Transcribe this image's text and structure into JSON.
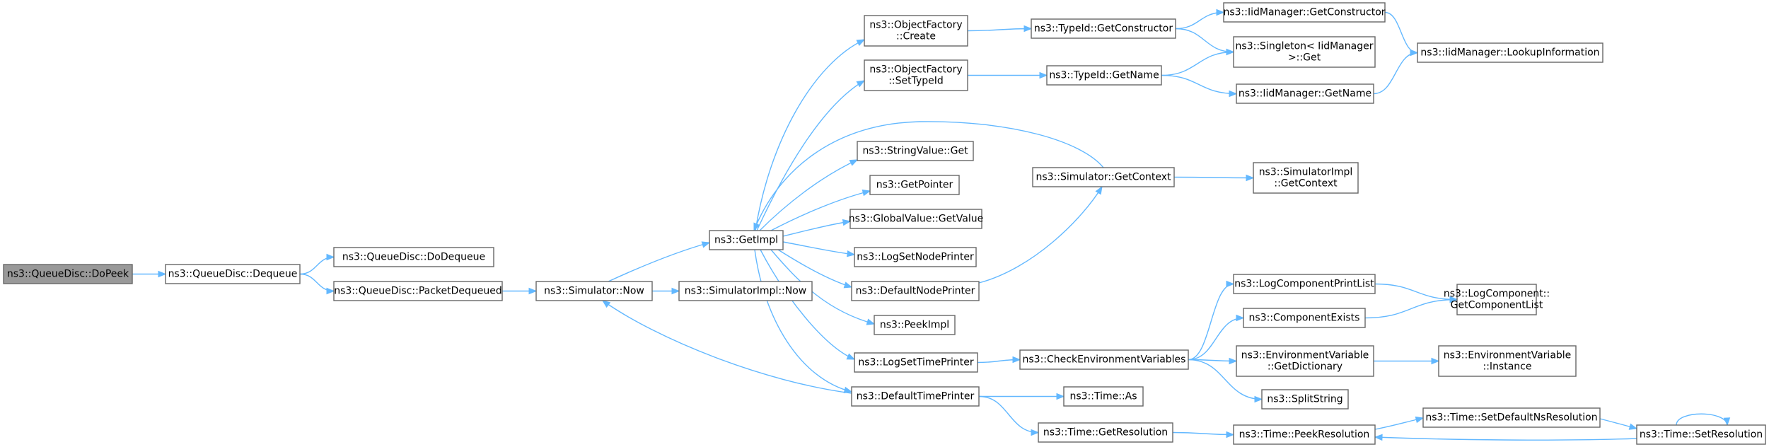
{
  "diagram": {
    "colors": {
      "node_fill": "#ffffff",
      "root_fill": "#999999",
      "border": "#666666",
      "edge": "#63b8ff"
    },
    "nodes": [
      {
        "id": "dopeek",
        "lines": [
          "ns3::QueueDisc::DoPeek"
        ],
        "root": true
      },
      {
        "id": "dequeue",
        "lines": [
          "ns3::QueueDisc::Dequeue"
        ]
      },
      {
        "id": "dodequeue",
        "lines": [
          "ns3::QueueDisc::DoDequeue"
        ]
      },
      {
        "id": "packetdequeued",
        "lines": [
          "ns3::QueueDisc::PacketDequeued"
        ]
      },
      {
        "id": "sim_now",
        "lines": [
          "ns3::Simulator::Now"
        ]
      },
      {
        "id": "simimpl_now",
        "lines": [
          "ns3::SimulatorImpl::Now"
        ]
      },
      {
        "id": "getimpl",
        "lines": [
          "ns3::GetImpl"
        ]
      },
      {
        "id": "of_create",
        "lines": [
          "ns3::ObjectFactory",
          "::Create"
        ]
      },
      {
        "id": "of_settypeid",
        "lines": [
          "ns3::ObjectFactory",
          "::SetTypeId"
        ]
      },
      {
        "id": "stringvalue_get",
        "lines": [
          "ns3::StringValue::Get"
        ]
      },
      {
        "id": "getpointer",
        "lines": [
          "ns3::GetPointer"
        ]
      },
      {
        "id": "globalvalue_getvalue",
        "lines": [
          "ns3::GlobalValue::GetValue"
        ]
      },
      {
        "id": "logsetnodeprinter",
        "lines": [
          "ns3::LogSetNodePrinter"
        ]
      },
      {
        "id": "defaultnodeprinter",
        "lines": [
          "ns3::DefaultNodePrinter"
        ]
      },
      {
        "id": "peekimpl",
        "lines": [
          "ns3::PeekImpl"
        ]
      },
      {
        "id": "logsettimeprinter",
        "lines": [
          "ns3::LogSetTimePrinter"
        ]
      },
      {
        "id": "defaulttimeprinter",
        "lines": [
          "ns3::DefaultTimePrinter"
        ]
      },
      {
        "id": "typeid_getconstructor",
        "lines": [
          "ns3::TypeId::GetConstructor"
        ]
      },
      {
        "id": "typeid_getname",
        "lines": [
          "ns3::TypeId::GetName"
        ]
      },
      {
        "id": "sim_getcontext",
        "lines": [
          "ns3::Simulator::GetContext"
        ]
      },
      {
        "id": "checkenv",
        "lines": [
          "ns3::CheckEnvironmentVariables"
        ]
      },
      {
        "id": "time_as",
        "lines": [
          "ns3::Time::As"
        ]
      },
      {
        "id": "time_getresolution",
        "lines": [
          "ns3::Time::GetResolution"
        ]
      },
      {
        "id": "iid_getconstructor",
        "lines": [
          "ns3::IidManager::GetConstructor"
        ]
      },
      {
        "id": "singleton_get",
        "lines": [
          "ns3::Singleton< IidManager",
          ">::Get"
        ]
      },
      {
        "id": "iid_getname",
        "lines": [
          "ns3::IidManager::GetName"
        ]
      },
      {
        "id": "simimpl_getcontext",
        "lines": [
          "ns3::SimulatorImpl",
          "::GetContext"
        ]
      },
      {
        "id": "logcomponentprintlist",
        "lines": [
          "ns3::LogComponentPrintList"
        ]
      },
      {
        "id": "componentexists",
        "lines": [
          "ns3::ComponentExists"
        ]
      },
      {
        "id": "envvar_getdictionary",
        "lines": [
          "ns3::EnvironmentVariable",
          "::GetDictionary"
        ]
      },
      {
        "id": "splitstring",
        "lines": [
          "ns3::SplitString"
        ]
      },
      {
        "id": "time_peekresolution",
        "lines": [
          "ns3::Time::PeekResolution"
        ]
      },
      {
        "id": "iid_lookupinformation",
        "lines": [
          "ns3::IidManager::LookupInformation"
        ]
      },
      {
        "id": "logcomponent_getcomponentlist",
        "lines": [
          "ns3::LogComponent::",
          "GetComponentList"
        ]
      },
      {
        "id": "envvar_instance",
        "lines": [
          "ns3::EnvironmentVariable",
          "::Instance"
        ]
      },
      {
        "id": "time_setdefaultnsresolution",
        "lines": [
          "ns3::Time::SetDefaultNsResolution"
        ]
      },
      {
        "id": "time_setresolution",
        "lines": [
          "ns3::Time::SetResolution"
        ]
      }
    ],
    "edges": [
      [
        "dopeek",
        "dequeue"
      ],
      [
        "dequeue",
        "dodequeue"
      ],
      [
        "dequeue",
        "packetdequeued"
      ],
      [
        "packetdequeued",
        "sim_now"
      ],
      [
        "sim_now",
        "simimpl_now"
      ],
      [
        "sim_now",
        "getimpl"
      ],
      [
        "getimpl",
        "of_create"
      ],
      [
        "getimpl",
        "of_settypeid"
      ],
      [
        "getimpl",
        "stringvalue_get"
      ],
      [
        "getimpl",
        "getpointer"
      ],
      [
        "getimpl",
        "globalvalue_getvalue"
      ],
      [
        "getimpl",
        "logsetnodeprinter"
      ],
      [
        "getimpl",
        "defaultnodeprinter"
      ],
      [
        "getimpl",
        "peekimpl"
      ],
      [
        "getimpl",
        "logsettimeprinter"
      ],
      [
        "getimpl",
        "defaulttimeprinter"
      ],
      [
        "sim_getcontext",
        "getimpl"
      ],
      [
        "defaulttimeprinter",
        "sim_now"
      ],
      [
        "of_create",
        "typeid_getconstructor"
      ],
      [
        "of_settypeid",
        "typeid_getname"
      ],
      [
        "typeid_getconstructor",
        "iid_getconstructor"
      ],
      [
        "typeid_getconstructor",
        "singleton_get"
      ],
      [
        "typeid_getname",
        "singleton_get"
      ],
      [
        "typeid_getname",
        "iid_getname"
      ],
      [
        "iid_getconstructor",
        "iid_lookupinformation"
      ],
      [
        "iid_getname",
        "iid_lookupinformation"
      ],
      [
        "defaultnodeprinter",
        "sim_getcontext"
      ],
      [
        "sim_getcontext",
        "simimpl_getcontext"
      ],
      [
        "logsettimeprinter",
        "checkenv"
      ],
      [
        "checkenv",
        "logcomponentprintlist"
      ],
      [
        "checkenv",
        "componentexists"
      ],
      [
        "checkenv",
        "envvar_getdictionary"
      ],
      [
        "checkenv",
        "splitstring"
      ],
      [
        "logcomponentprintlist",
        "logcomponent_getcomponentlist"
      ],
      [
        "componentexists",
        "logcomponent_getcomponentlist"
      ],
      [
        "envvar_getdictionary",
        "envvar_instance"
      ],
      [
        "defaulttimeprinter",
        "time_as"
      ],
      [
        "defaulttimeprinter",
        "time_getresolution"
      ],
      [
        "time_getresolution",
        "time_peekresolution"
      ],
      [
        "time_peekresolution",
        "time_setdefaultnsresolution"
      ],
      [
        "time_setdefaultnsresolution",
        "time_setresolution"
      ],
      [
        "time_setresolution",
        "time_peekresolution"
      ],
      [
        "time_setresolution",
        "time_setresolution"
      ]
    ]
  }
}
